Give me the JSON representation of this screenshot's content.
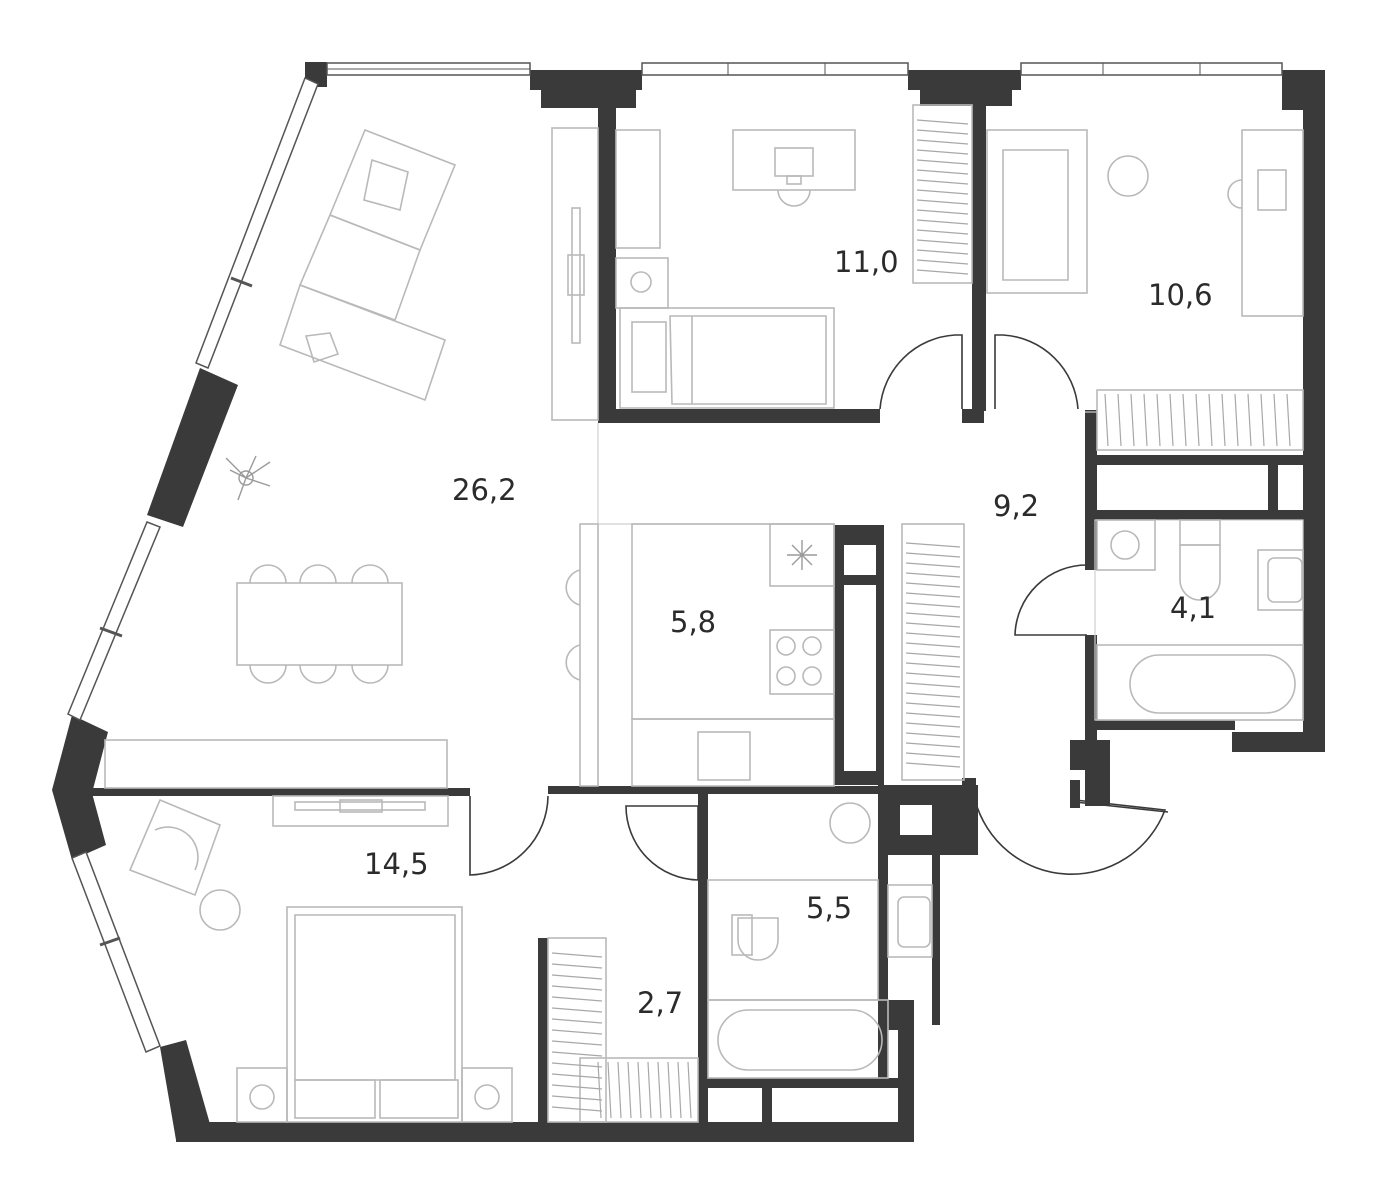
{
  "rooms": [
    {
      "id": "living",
      "area": "26,2"
    },
    {
      "id": "bedroom-top",
      "area": "11,0"
    },
    {
      "id": "bedroom-right",
      "area": "10,6"
    },
    {
      "id": "hall",
      "area": "9,2"
    },
    {
      "id": "kitchen",
      "area": "5,8"
    },
    {
      "id": "bathroom-right",
      "area": "4,1"
    },
    {
      "id": "bedroom-main",
      "area": "14,5"
    },
    {
      "id": "bathroom-center",
      "area": "5,5"
    },
    {
      "id": "wardrobe",
      "area": "2,7"
    }
  ],
  "colors": {
    "wall": "#3a3a3a",
    "furniture": "#b9b9b9",
    "text": "#2b2b2b"
  }
}
